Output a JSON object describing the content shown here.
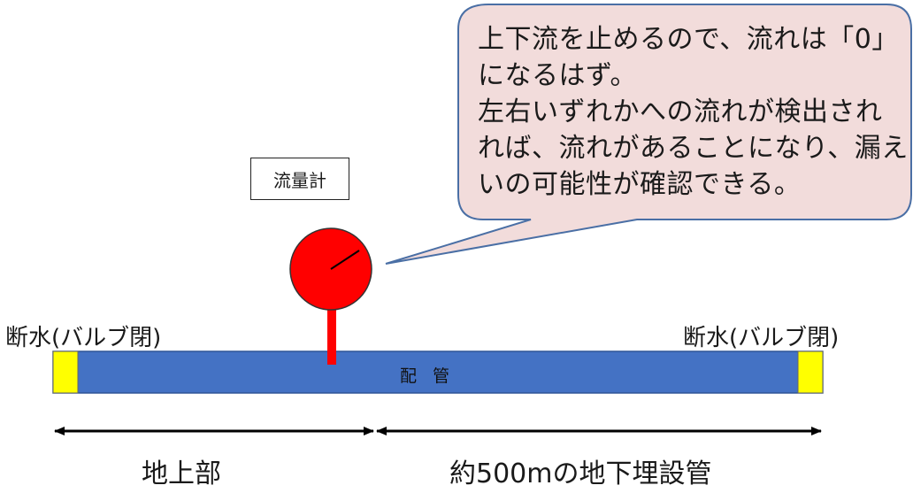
{
  "callout": {
    "lines": [
      "上下流を止めるので、流れは「0」",
      "になるはず。",
      "左右いずれかへの流れが検出され",
      "れば、流れがあることになり、漏え",
      "いの可能性が確認できる。"
    ],
    "fill_color": "#f2dcdb",
    "border_color": "#4a6fa5"
  },
  "flow_meter": {
    "label": "流量計",
    "color": "#ff0000"
  },
  "pipe": {
    "label": "配 管",
    "color": "#4472c4"
  },
  "valves": {
    "left_label": "断水(バルブ閉)",
    "right_label": "断水(バルブ閉)",
    "color": "#ffff00"
  },
  "sections": {
    "above_ground": "地上部",
    "underground": "約500mの地下埋設管"
  }
}
